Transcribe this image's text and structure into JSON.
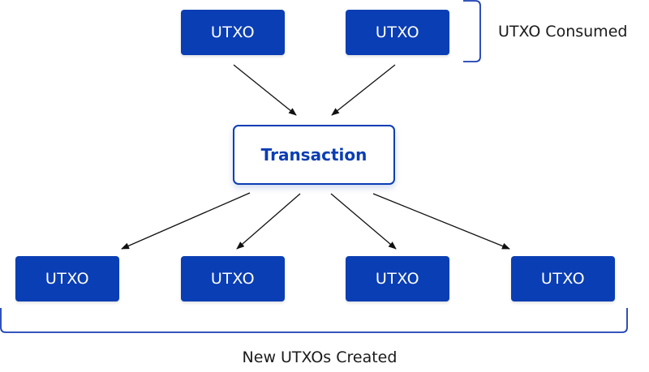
{
  "diagram": {
    "inputs": [
      {
        "label": "UTXO"
      },
      {
        "label": "UTXO"
      }
    ],
    "transaction": {
      "label": "Transaction"
    },
    "outputs": [
      {
        "label": "UTXO"
      },
      {
        "label": "UTXO"
      },
      {
        "label": "UTXO"
      },
      {
        "label": "UTXO"
      }
    ],
    "consumed_label": "UTXO Consumed",
    "created_label": "New UTXOs Created"
  },
  "colors": {
    "primary": "#0a3eb4",
    "bracket": "#1a3eb4",
    "arrow": "#111111"
  }
}
